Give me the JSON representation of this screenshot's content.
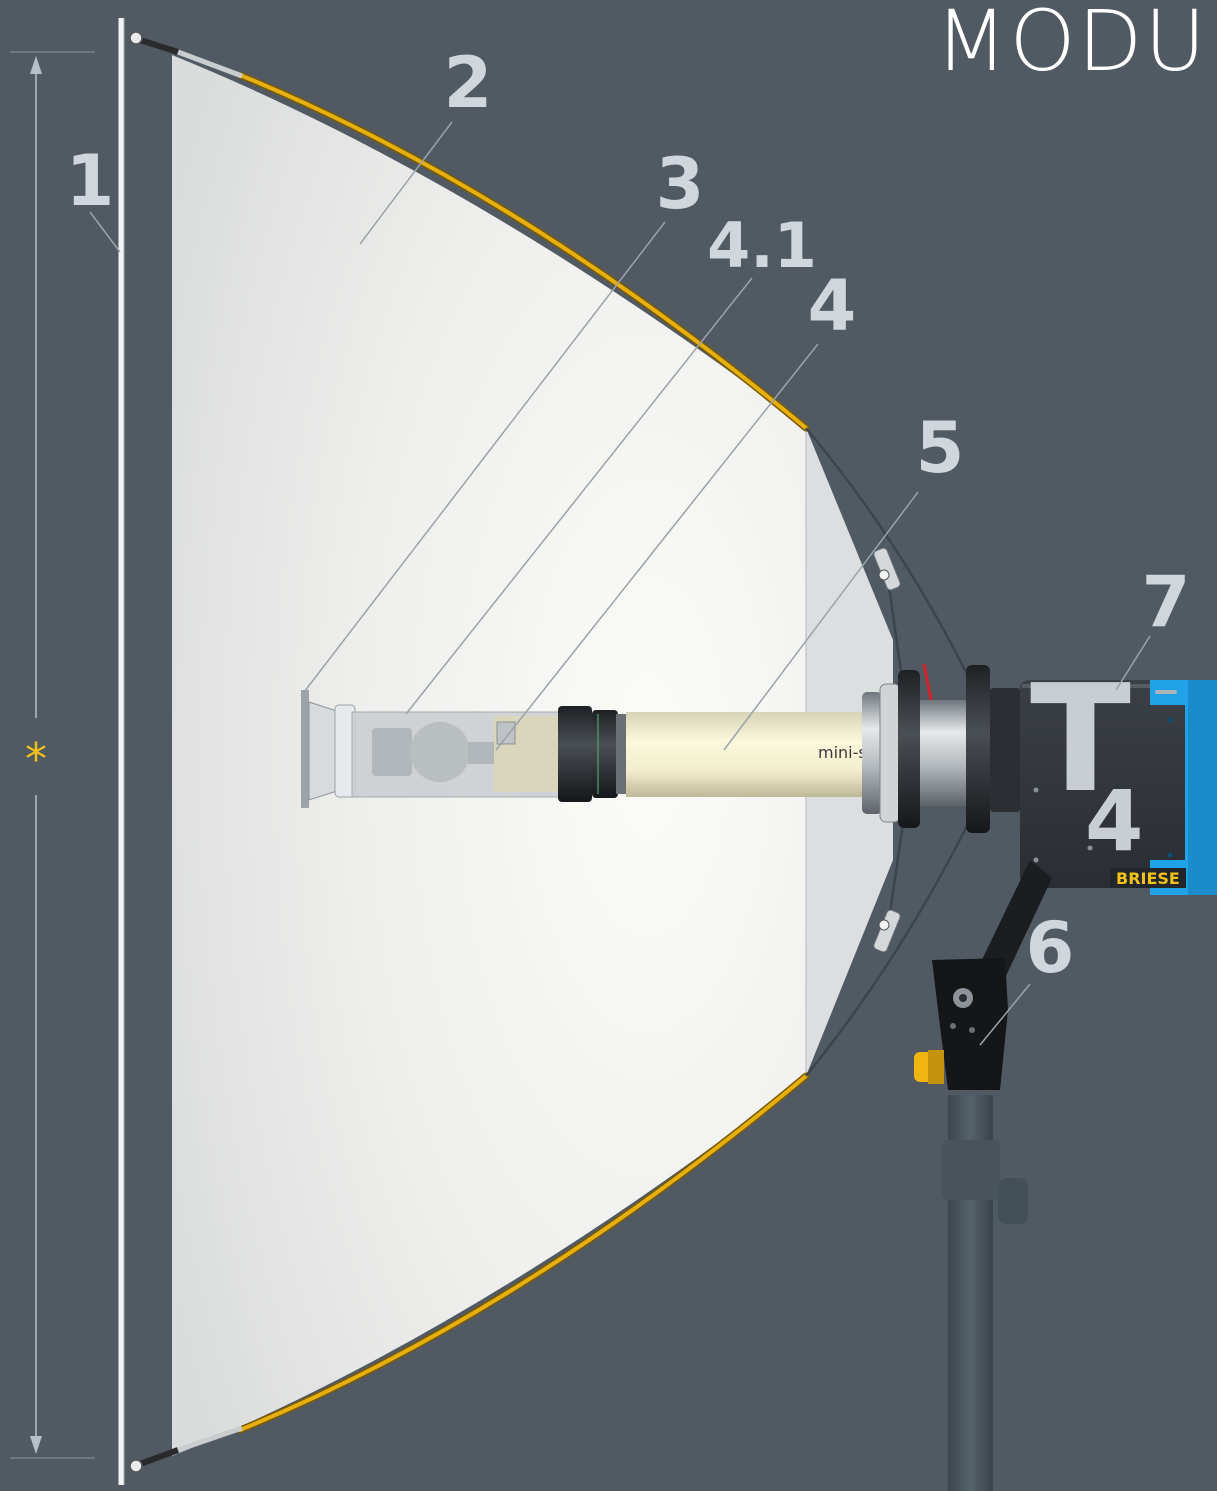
{
  "title": "MODU",
  "dimension_marker": "*",
  "product": {
    "tube_text": "mini-s",
    "head_big_letter": "T",
    "head_number": "4",
    "brand": "BRIESE"
  },
  "callouts": [
    {
      "id": "1",
      "label": "1"
    },
    {
      "id": "2",
      "label": "2"
    },
    {
      "id": "3",
      "label": "3"
    },
    {
      "id": "4.1",
      "label": "4.1"
    },
    {
      "id": "4",
      "label": "4"
    },
    {
      "id": "5",
      "label": "5"
    },
    {
      "id": "6",
      "label": "6"
    },
    {
      "id": "7",
      "label": "7"
    }
  ],
  "colors": {
    "background": "#515a62",
    "gold_rim": "#e6b012",
    "marker": "#f2c21a",
    "callout_text": "#cfd6dc",
    "blue_handle": "#1fa3e6",
    "brand_text": "#f2c21a"
  }
}
